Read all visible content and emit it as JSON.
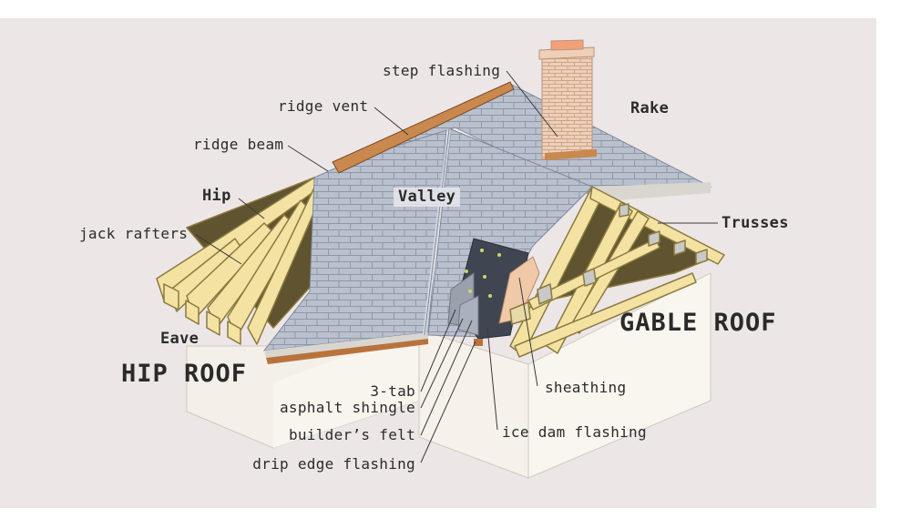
{
  "labels": {
    "step_flashing": "step flashing",
    "ridge_vent": "ridge vent",
    "ridge_beam": "ridge beam",
    "hip": "Hip",
    "jack_rafters": "jack rafters",
    "valley": "Valley",
    "rake": "Rake",
    "trusses": "Trusses",
    "eave": "Eave",
    "hip_roof": "HIP ROOF",
    "gable_roof": "GABLE ROOF",
    "three_tab": "3-tab",
    "asphalt_shingle": "asphalt shingle",
    "builders_felt": "builder’s felt",
    "drip_edge_flashing": "drip edge flashing",
    "sheathing": "sheathing",
    "ice_dam_flashing": "ice dam flashing"
  },
  "colors": {
    "background_panel": "#ede6e6",
    "wall": "#f6f1ea",
    "shingle": "#b9c0cd",
    "shingle_line": "#8e97a8",
    "wood": "#f3e2a2",
    "wood_stroke": "#8a7a3e",
    "attic": "#5f5330",
    "chimney": "#efcfb7",
    "felt": "#3f4651",
    "drip_edge": "#b8733c",
    "text": "#2b2b2b"
  }
}
